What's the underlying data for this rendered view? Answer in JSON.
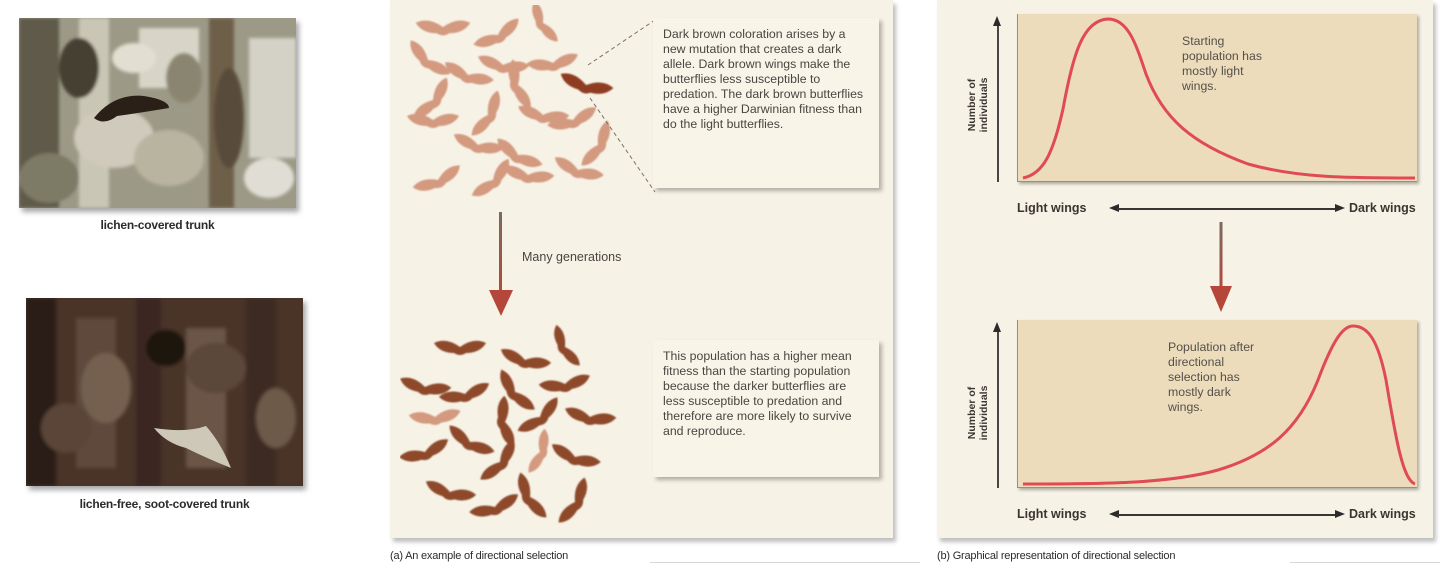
{
  "photos": [
    {
      "caption": "lichen-covered trunk",
      "moth": "dark moth on light bark"
    },
    {
      "caption": "lichen-free, soot-covered trunk",
      "moth": "light moth on dark bark"
    }
  ],
  "panel_a": {
    "caption": "(a) An example of directional selection",
    "top_note": "Dark brown coloration arises by a new mutation that creates a dark allele. Dark brown wings make the butterflies less susceptible to predation. The dark brown butterflies have a higher Darwinian fitness than do the light butterflies.",
    "arrow_label": "Many generations",
    "bottom_note": "This population has a higher mean fitness than the starting population because the darker butterflies are less susceptible to predation and therefore are more likely to survive and reproduce.",
    "colors": {
      "light_moth": "#d39a80",
      "dark_moth": "#8e3e20",
      "arrow": "#b5473a"
    }
  },
  "panel_b": {
    "caption": "(b) Graphical representation of directional selection",
    "top_chart": {
      "y_label_line1": "Number of",
      "y_label_line2": "individuals",
      "x_left": "Light wings",
      "x_right": "Dark wings",
      "note": "Starting population has mostly light wings."
    },
    "bottom_chart": {
      "y_label_line1": "Number of",
      "y_label_line2": "individuals",
      "x_left": "Light wings",
      "x_right": "Dark wings",
      "note": "Population after directional selection has mostly dark wings."
    },
    "colors": {
      "curve": "#e04a55",
      "plot_bg": "#ecdcbb",
      "arrow": "#b5473a"
    }
  },
  "chart_data": [
    {
      "type": "line",
      "title": "Starting population",
      "xlabel": "Light wings ↔ Dark wings",
      "ylabel": "Number of individuals",
      "x": [
        0,
        0.05,
        0.1,
        0.15,
        0.2,
        0.25,
        0.3,
        0.4,
        0.5,
        0.6,
        0.7,
        0.8,
        0.9,
        1.0
      ],
      "values": [
        0.02,
        0.3,
        0.8,
        1.0,
        0.85,
        0.5,
        0.32,
        0.15,
        0.06,
        0.02,
        0.01,
        0.01,
        0.01,
        0.01
      ],
      "annotation": "Starting population has mostly light wings.",
      "grid": false
    },
    {
      "type": "line",
      "title": "Population after directional selection",
      "xlabel": "Light wings ↔ Dark wings",
      "ylabel": "Number of individuals",
      "x": [
        0,
        0.1,
        0.2,
        0.3,
        0.4,
        0.5,
        0.6,
        0.7,
        0.75,
        0.8,
        0.85,
        0.9,
        0.95,
        1.0
      ],
      "values": [
        0.02,
        0.02,
        0.03,
        0.05,
        0.1,
        0.2,
        0.4,
        0.75,
        0.95,
        1.0,
        0.85,
        0.45,
        0.1,
        0.02
      ],
      "annotation": "Population after directional selection has mostly dark wings.",
      "grid": false
    }
  ]
}
